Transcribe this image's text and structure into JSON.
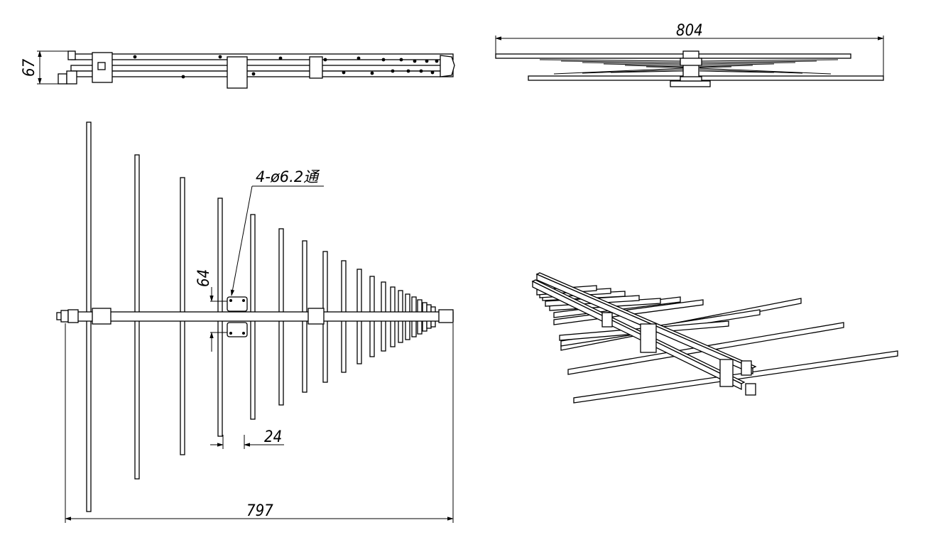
{
  "labels": {
    "side_height": "67",
    "top_length": "804",
    "hole_note": "4-ø6.2通",
    "bracket_spacing": "64",
    "element_spacing": "24",
    "overall_length": "797"
  },
  "views": [
    "side-view",
    "top-view",
    "front-view",
    "isometric-view"
  ],
  "colors": {
    "line": "#000000",
    "background": "#ffffff"
  }
}
